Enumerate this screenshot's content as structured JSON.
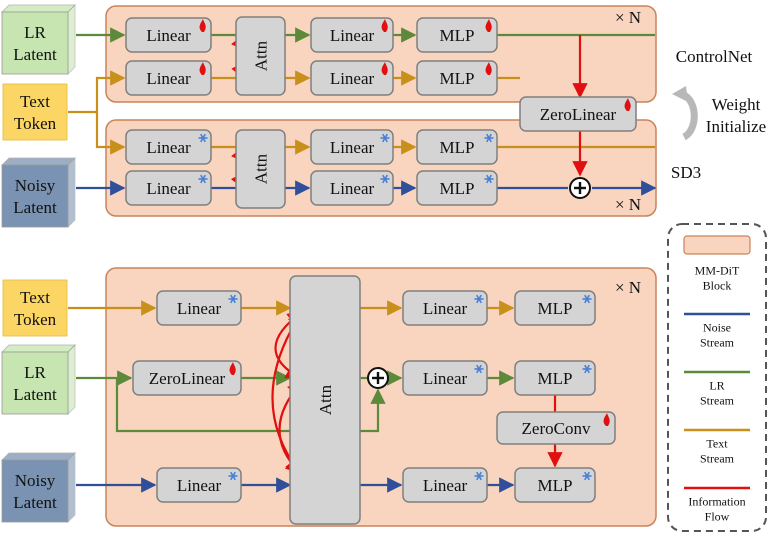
{
  "colors": {
    "block_fill": "#f9d5bf",
    "block_stroke": "#c8845a",
    "module_fill": "#d4d4d4",
    "module_stroke": "#7f7f7f",
    "noise_stream": "#2f4f9a",
    "lr_stream": "#5d8a3a",
    "text_stream": "#c8901a",
    "information_flow": "#e01010",
    "lr_cube": "#c6e5b0",
    "text_box": "#fbd665",
    "noisy_cube": "#7b93b3",
    "frozen_icon": "#4a7fd6",
    "trainable_icon": "#e01010"
  },
  "inputs": {
    "lr_latent": "LR\nLatent",
    "text_token": "Text\nToken",
    "noisy_latent": "Noisy\nLatent"
  },
  "modules": {
    "linear": "Linear",
    "attn": "Attn",
    "mlp": "MLP",
    "zero_linear": "ZeroLinear",
    "zero_conv": "ZeroConv"
  },
  "labels": {
    "repeat": "× N",
    "controlnet": "ControlNet",
    "sd3": "SD3",
    "weight_initialize": "Weight\nInitialize"
  },
  "legend": {
    "block": "MM-DiT\nBlock",
    "noise_stream": "Noise\nStream",
    "lr_stream": "LR\nStream",
    "text_stream": "Text\nStream",
    "information_flow": "Information\nFlow"
  }
}
